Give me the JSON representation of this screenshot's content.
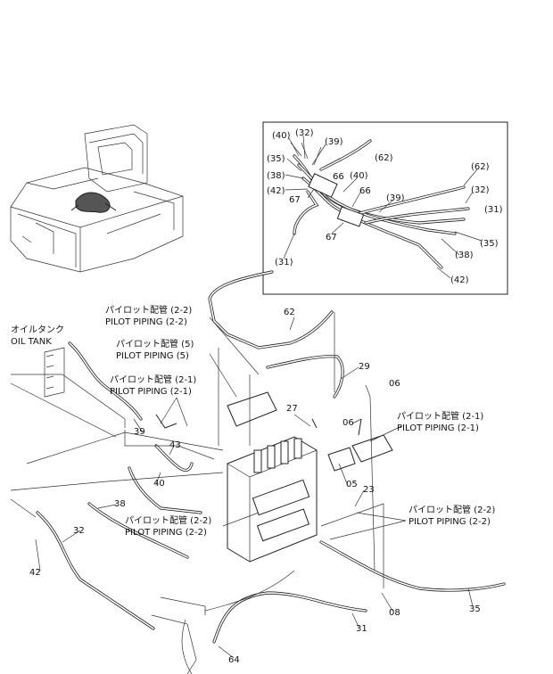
{
  "labels": {
    "oil_tank_jp": "オイルタンク",
    "oil_tank_en": "OIL TANK",
    "pilot_22_top_jp": "パイロット配管 (2-2)",
    "pilot_22_top_en": "PILOT PIPING (2-2)",
    "pilot_5_jp": "パイロット配管 (5)",
    "pilot_5_en": "PILOT PIPING (5)",
    "pilot_21_left_jp": "パイロット配管 (2-1)",
    "pilot_21_left_en": "PILOT PIPING (2-1)",
    "pilot_21_right_jp": "パイロット配管 (2-1)",
    "pilot_21_right_en": "PILOT PIPING (2-1)",
    "pilot_22_bottom_jp": "パイロット配管 (2-2)",
    "pilot_22_bottom_en": "PILOT PIPING (2-2)",
    "pilot_22_right_jp": "パイロット配管 (2-2)",
    "pilot_22_right_en": "PILOT PIPING (2-2)"
  },
  "callouts": {
    "inset_40a": "(40)",
    "inset_32a": "(32)",
    "inset_39a": "(39)",
    "inset_62a": "(62)",
    "inset_35a": "(35)",
    "inset_38a": "(38)",
    "inset_40b": "(40)",
    "inset_66a": "66",
    "inset_42a": "(42)",
    "inset_67a": "67",
    "inset_66b": "66",
    "inset_39b": "(39)",
    "inset_67b": "67",
    "inset_62b": "(62)",
    "inset_32b": "(32)",
    "inset_31a": "(31)",
    "inset_35b": "(35)",
    "inset_38b": "(38)",
    "inset_31b": "(31)",
    "inset_42b": "(42)",
    "n62": "62",
    "n29": "29",
    "n06a": "06",
    "n27": "27",
    "n06b": "06",
    "n39": "39",
    "n43": "43",
    "n40": "40",
    "n38": "38",
    "n05": "05",
    "n23": "23",
    "n32": "32",
    "n42": "42",
    "n35": "35",
    "n08": "08",
    "n31": "31",
    "n64": "64"
  }
}
